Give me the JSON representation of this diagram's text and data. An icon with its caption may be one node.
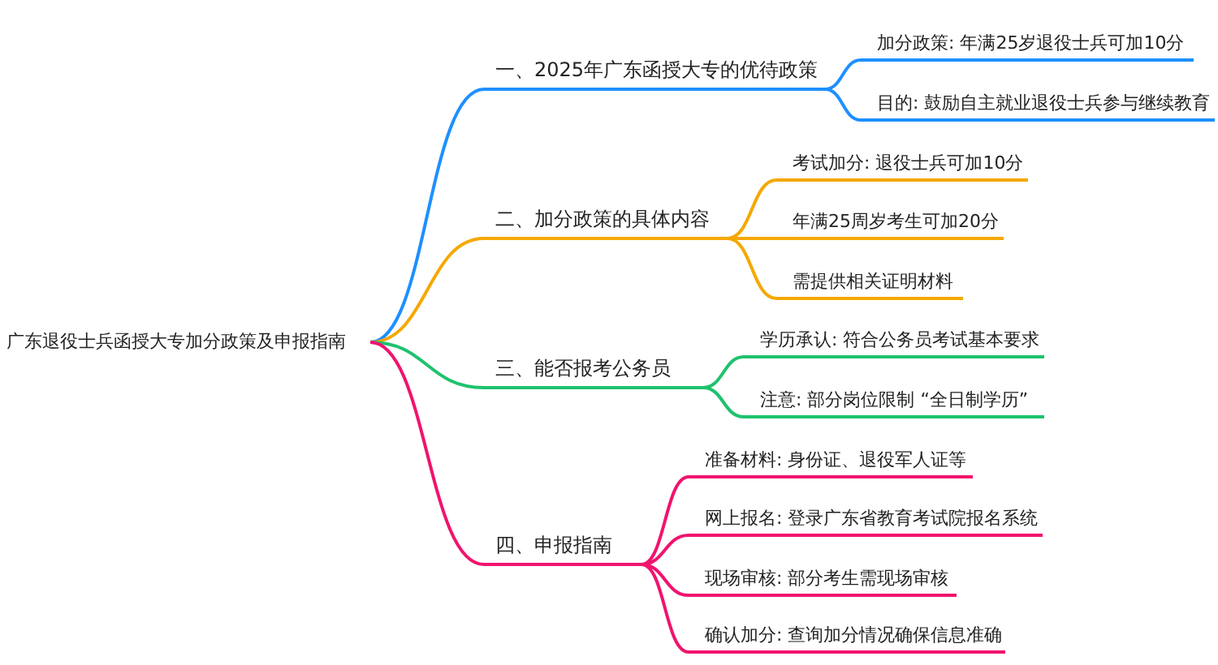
{
  "diagram": {
    "nodes": [
      {
        "text": [
          "广东退役士兵函授大专加分政策及申报指南"
        ]
      },
      {
        "text": [
          "一、2025年广东函授大专的优待政策"
        ]
      },
      {
        "text": [
          "加分政策: 年满25岁退役士兵可加10分"
        ]
      },
      {
        "text": [
          "目的: 鼓励自主就业退役士兵参与继续教育"
        ]
      },
      {
        "text": [
          "二、加分政策的具体内容"
        ]
      },
      {
        "text": [
          "考试加分: 退役士兵可加10分"
        ]
      },
      {
        "text": [
          "年满25周岁考生可加20分"
        ]
      },
      {
        "text": [
          "需提供相关证明材料"
        ]
      },
      {
        "text": [
          "三、能否报考公务员"
        ]
      },
      {
        "text": [
          "学历承认: 符合公务员考试基本要求"
        ]
      },
      {
        "text": [
          "注意: 部分岗位限制 “全日制学历”"
        ]
      },
      {
        "text": [
          "四、申报指南"
        ]
      },
      {
        "text": [
          "准备材料: 身份证、退役军人证等"
        ]
      },
      {
        "text": [
          "网上报名: 登录广东省教育考试院报名系统"
        ]
      },
      {
        "text": [
          "现场审核: 部分考生需现场审核"
        ]
      },
      {
        "text": [
          "确认加分: 查询加分情况确保信息准确"
        ]
      }
    ],
    "edges": [
      {
        "from": 0,
        "to": 1,
        "arrow": "none",
        "color": "#1e90ff"
      },
      {
        "from": 1,
        "to": 2,
        "arrow": "none",
        "color": "#1e90ff"
      },
      {
        "from": 1,
        "to": 3,
        "arrow": "none",
        "color": "#1e90ff"
      },
      {
        "from": 0,
        "to": 4,
        "arrow": "none",
        "color": "#f5a800"
      },
      {
        "from": 4,
        "to": 5,
        "arrow": "none",
        "color": "#f5a800"
      },
      {
        "from": 4,
        "to": 6,
        "arrow": "none",
        "color": "#f5a800"
      },
      {
        "from": 4,
        "to": 7,
        "arrow": "none",
        "color": "#f5a800"
      },
      {
        "from": 0,
        "to": 8,
        "arrow": "none",
        "color": "#1ec26e"
      },
      {
        "from": 8,
        "to": 9,
        "arrow": "none",
        "color": "#1ec26e"
      },
      {
        "from": 8,
        "to": 10,
        "arrow": "none",
        "color": "#1ec26e"
      },
      {
        "from": 0,
        "to": 11,
        "arrow": "none",
        "color": "#f0146e"
      },
      {
        "from": 11,
        "to": 12,
        "arrow": "none",
        "color": "#f0146e"
      },
      {
        "from": 11,
        "to": 13,
        "arrow": "none",
        "color": "#f0146e"
      },
      {
        "from": 11,
        "to": 14,
        "arrow": "none",
        "color": "#f0146e"
      },
      {
        "from": 11,
        "to": 15,
        "arrow": "none",
        "color": "#f0146e"
      }
    ]
  }
}
